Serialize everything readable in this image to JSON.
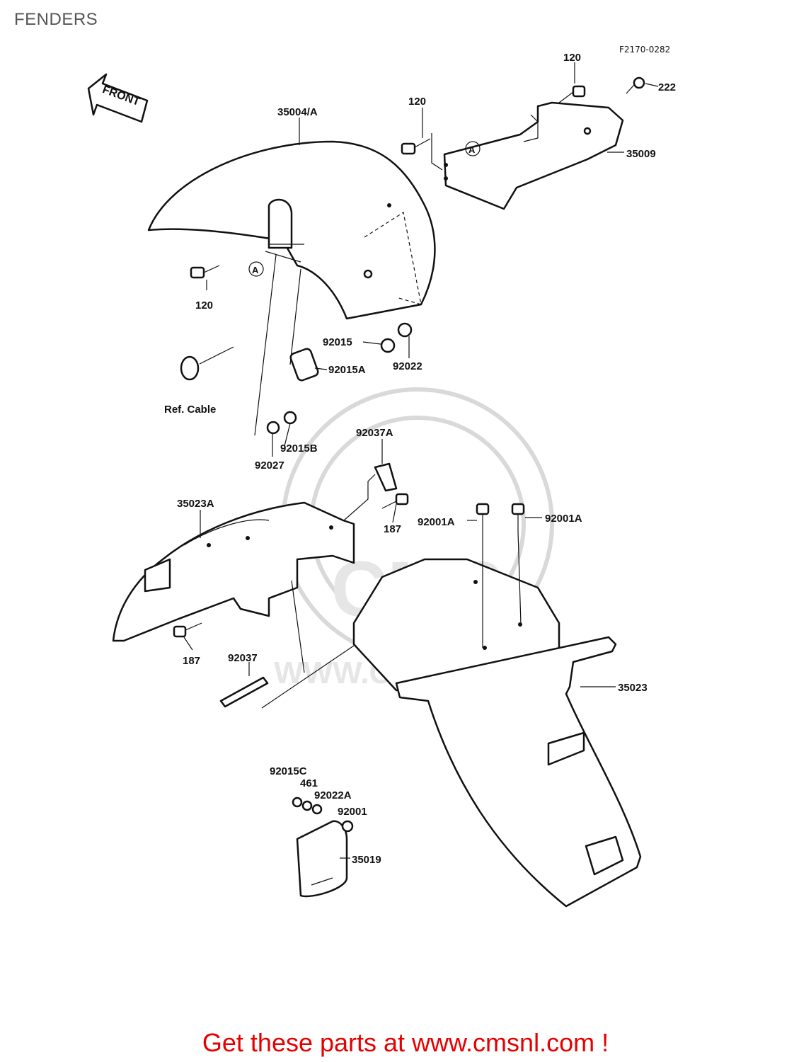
{
  "page": {
    "title": "FENDERS",
    "diagram_code": "F2170-0282",
    "footer_link": "Get these parts at www.cmsnl.com !"
  },
  "front_badge": "FRONT",
  "watermark": {
    "text": "WWW.CMSNL.COM",
    "logo_text": "CMS"
  },
  "reference_marker": "A",
  "parts": {
    "p120_a": "120",
    "p120_b": "120",
    "p120_c": "120",
    "p222": "222",
    "p35009": "35009",
    "p35004A": "35004/A",
    "p92015": "92015",
    "p92022": "92022",
    "p92015A": "92015A",
    "ref_cable": "Ref. Cable",
    "p92015B": "92015B",
    "p92027": "92027",
    "p92037A": "92037A",
    "p35023A": "35023A",
    "p187_a": "187",
    "p187_b": "187",
    "p92001A_a": "92001A",
    "p92001A_b": "92001A",
    "p92037": "92037",
    "p35023": "35023",
    "p92015C": "92015C",
    "p461": "461",
    "p92022A": "92022A",
    "p92001": "92001",
    "p35019": "35019"
  },
  "colors": {
    "footer": "#e60000",
    "title": "#555555",
    "ink": "#111111",
    "watermark": "#d9d9d9"
  }
}
